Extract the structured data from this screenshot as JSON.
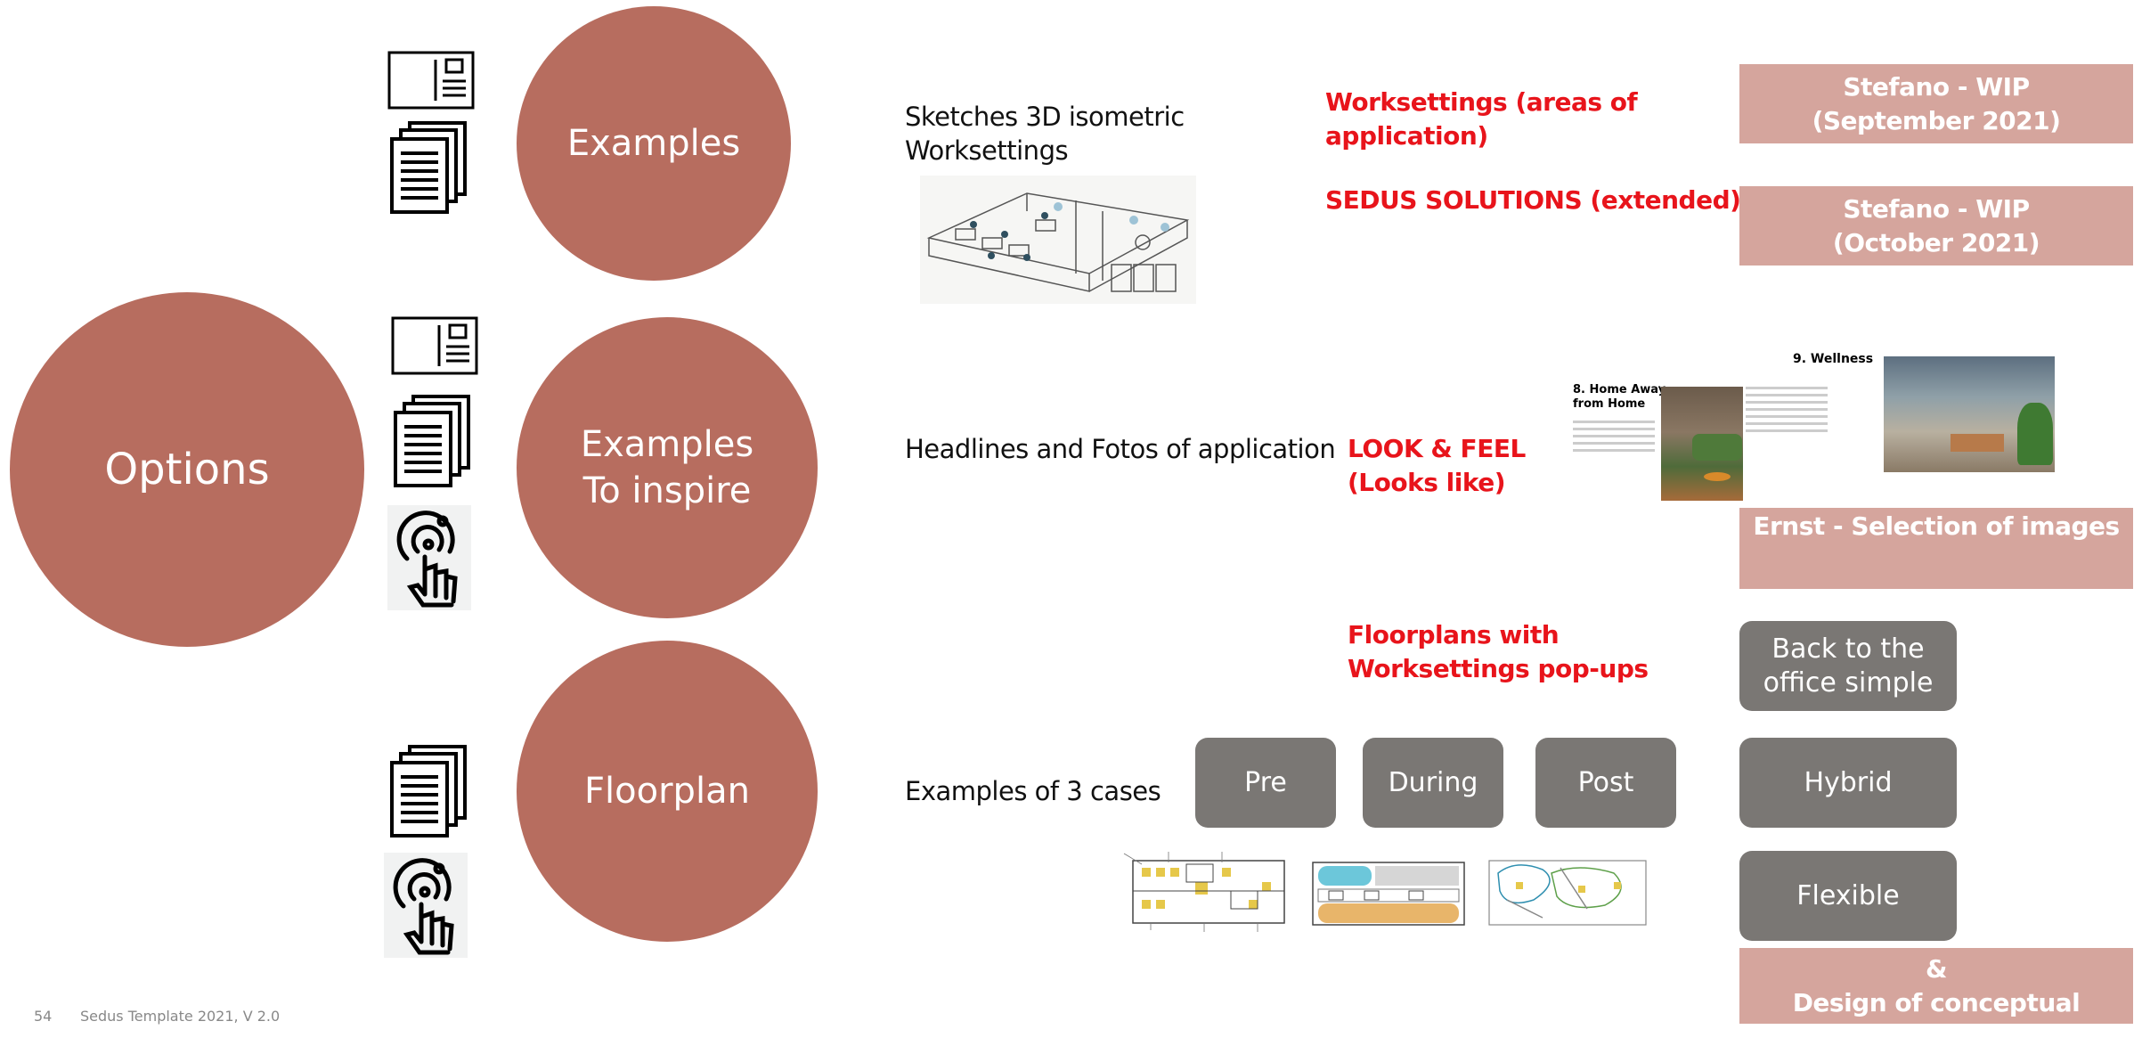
{
  "circles": {
    "options": "Options",
    "examples": "Examples",
    "inspire_line1": "Examples",
    "inspire_line2": "To inspire",
    "floorplan": "Floorplan"
  },
  "descriptions": {
    "sketches_line1": "Sketches 3D isometric",
    "sketches_line2": "Worksettings",
    "headlines": "Headlines and Fotos of application",
    "cases": "Examples of 3 cases"
  },
  "red_labels": {
    "worksettings_line1": "Worksettings (areas of",
    "worksettings_line2": "application)",
    "solutions": "SEDUS SOLUTIONS (extended)",
    "look_line1": "LOOK & FEEL",
    "look_line2": "(Looks like)",
    "floorplans_line1": "Floorplans with",
    "floorplans_line2": "Worksettings pop-ups"
  },
  "status_boxes": {
    "wip_sep_line1": "Stefano - WIP",
    "wip_sep_line2": "(September 2021)",
    "wip_oct_line1": "Stefano - WIP",
    "wip_oct_line2": "(October 2021)",
    "ernst": "Ernst - Selection of images",
    "sketch_line1": "Stefano & Fabrizio - Sketch &",
    "sketch_line2": "Design of conceptual floorplan"
  },
  "phase_buttons": {
    "pre": "Pre",
    "during": "During",
    "post": "Post"
  },
  "scenario_buttons": {
    "back_line1": "Back to the",
    "back_line2": "office simple",
    "hybrid": "Hybrid",
    "flexible": "Flexible"
  },
  "magazine": {
    "home_line1": "8. Home Away",
    "home_line2": "from Home",
    "wellness": "9. Wellness"
  },
  "footer": {
    "page": "54",
    "template": "Sedus Template 2021, V 2.0"
  },
  "colors": {
    "circle": "#b76d5f",
    "pink_box": "#d5a59d",
    "gray_box": "#7a7774",
    "red_text": "#e8141b"
  },
  "icons": [
    "postcard-icon",
    "documents-stack-icon",
    "touch-tap-icon"
  ]
}
